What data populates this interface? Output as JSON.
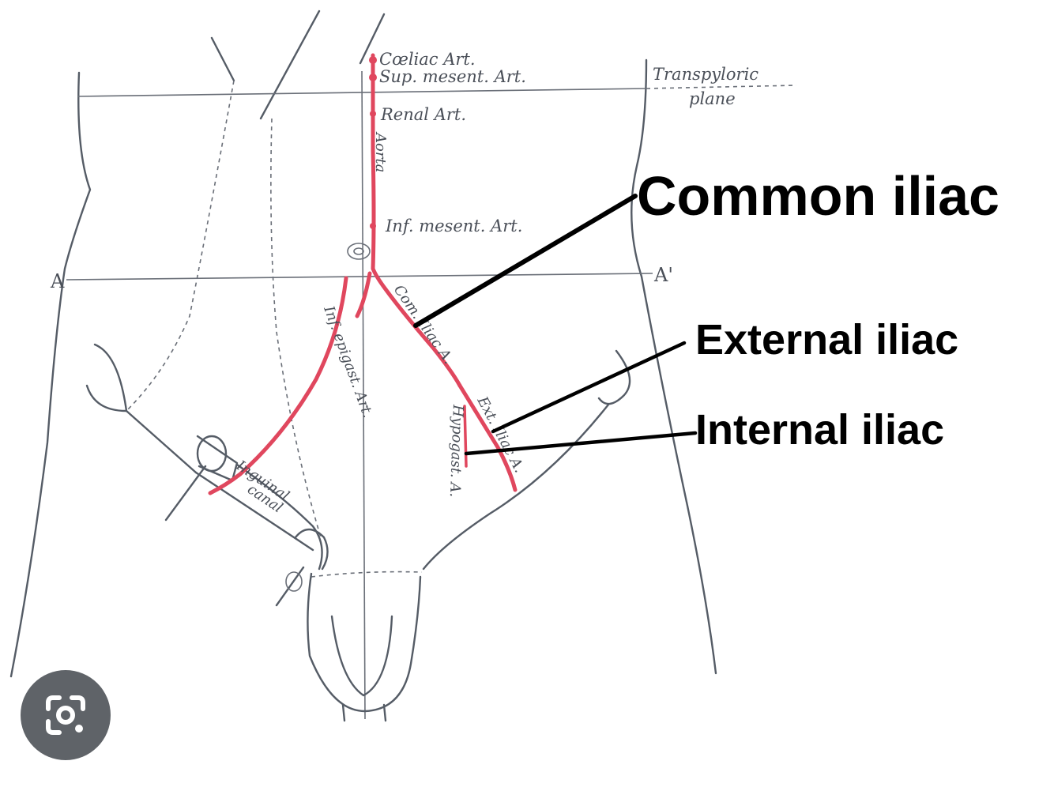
{
  "labels": {
    "coeliac": "Cœliac Art.",
    "sup_mesent": "Sup. mesent. Art.",
    "renal": "Renal Art.",
    "aorta": "Aorta",
    "inf_mesent": "Inf. mesent. Art.",
    "transpyloric_1": "Transpyloric",
    "transpyloric_2": "plane",
    "a_left": "A",
    "a_right": "A'",
    "inf_epigast": "Inf. epigast. Art.",
    "com_iliac": "Com. Iliac A.",
    "hypogast": "Hypogast. A.",
    "ext_iliac": "Ext. Iliac A.",
    "inguinal_1": "Inguinal",
    "inguinal_2": "canal"
  },
  "annotations": {
    "common_iliac": "Common iliac",
    "external_iliac": "External iliac",
    "internal_iliac": "Internal iliac"
  },
  "icons": {
    "lens": "google-lens-icon"
  },
  "colors": {
    "artery": "#e0475e",
    "outline": "#555c66",
    "annotation": "#000000",
    "lens_bg": "#5f6368"
  }
}
